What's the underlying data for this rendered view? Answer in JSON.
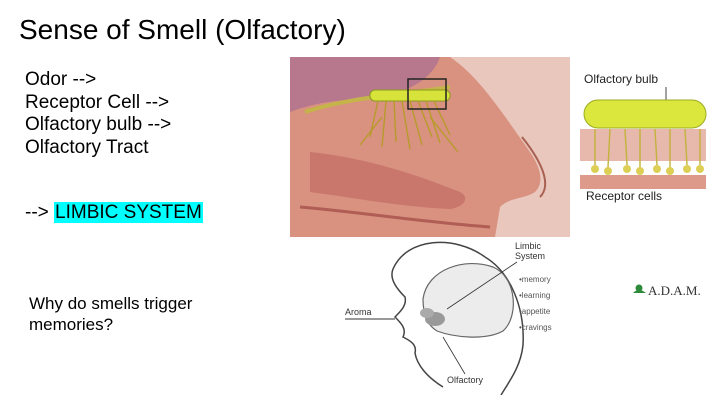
{
  "slide": {
    "title": "Sense of Smell (Olfactory)",
    "pathway": [
      "Odor -->",
      "Receptor Cell  -->",
      "Olfactory bulb -->",
      "Olfactory Tract"
    ],
    "arrow_prefix": "--> ",
    "limbic_system": "LIMBIC SYSTEM",
    "question": "Why do smells trigger memories?"
  },
  "anatomy_image": {
    "inset_labels": {
      "bulb": "Olfactory bulb",
      "receptor": "Receptor cells"
    }
  },
  "limbic_image": {
    "labels": {
      "limbic_line1": "Limbic",
      "limbic_line2": "System",
      "aroma": "Aroma",
      "olfactory": "Olfactory",
      "functions": [
        "•memory",
        "•learning",
        "•appetite",
        "•cravings"
      ]
    }
  },
  "logo": {
    "text": "A.D.A.M."
  }
}
